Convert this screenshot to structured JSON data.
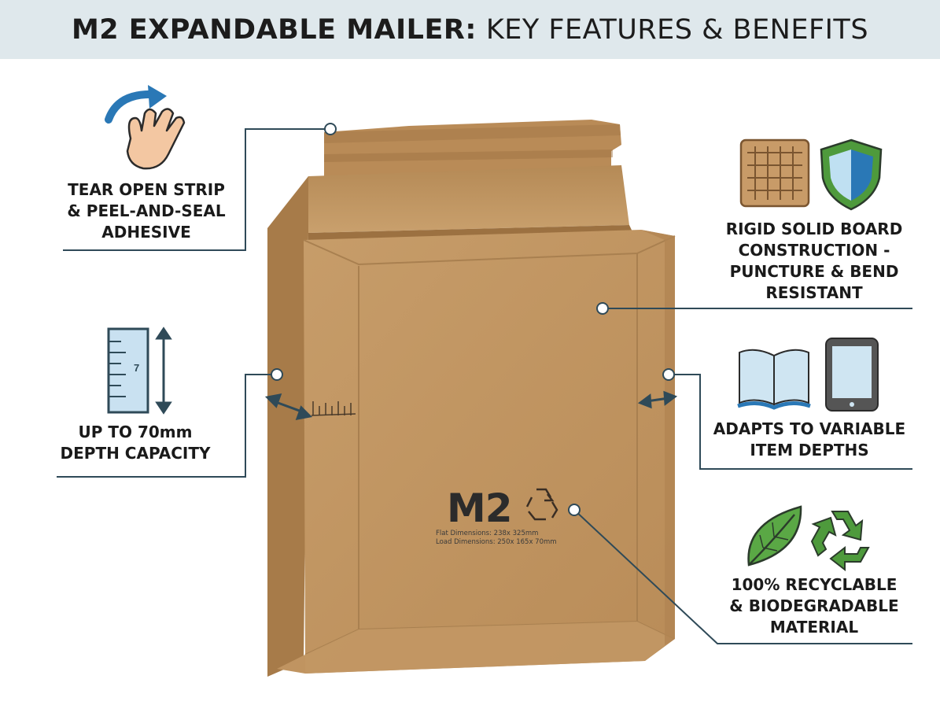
{
  "header": {
    "title_bold": "M2 EXPANDABLE MAILER:",
    "title_light": "KEY FEATURES & BENEFITS"
  },
  "features": {
    "tear_strip": {
      "lines": [
        "TEAR OPEN STRIP",
        "& PEEL-AND-SEAL",
        "ADHESIVE"
      ],
      "icon": "hand-swipe-icon"
    },
    "depth_capacity": {
      "lines": [
        "UP TO 70mm",
        "DEPTH CAPACITY"
      ],
      "icon": "ruler-icon",
      "ruler_number": "7"
    },
    "rigid_board": {
      "lines": [
        "RIGID SOLID BOARD",
        "CONSTRUCTION -",
        "PUNCTURE & BEND",
        "RESISTANT"
      ],
      "icons": [
        "cardboard-texture-icon",
        "shield-icon"
      ]
    },
    "variable_depth": {
      "lines": [
        "ADAPTS TO VARIABLE",
        "ITEM DEPTHS"
      ],
      "icons": [
        "open-book-icon",
        "tablet-icon"
      ]
    },
    "recyclable": {
      "lines": [
        "100% RECYCLABLE",
        "& BIODEGRADABLE",
        "MATERIAL"
      ],
      "icons": [
        "leaf-icon",
        "recycle-icon"
      ]
    }
  },
  "mailer": {
    "logo": "M2",
    "flat_dimensions": "Flat Dimensions: 238x 325mm",
    "load_dimensions": "Load Dimensions: 250x 165x 70mm"
  },
  "colors": {
    "header_bg": "#dfe8ec",
    "callout_line": "#2f4a58",
    "cardboard": "#c49a66",
    "accent_blue": "#2e7fb8",
    "accent_green": "#4e9a3c"
  }
}
